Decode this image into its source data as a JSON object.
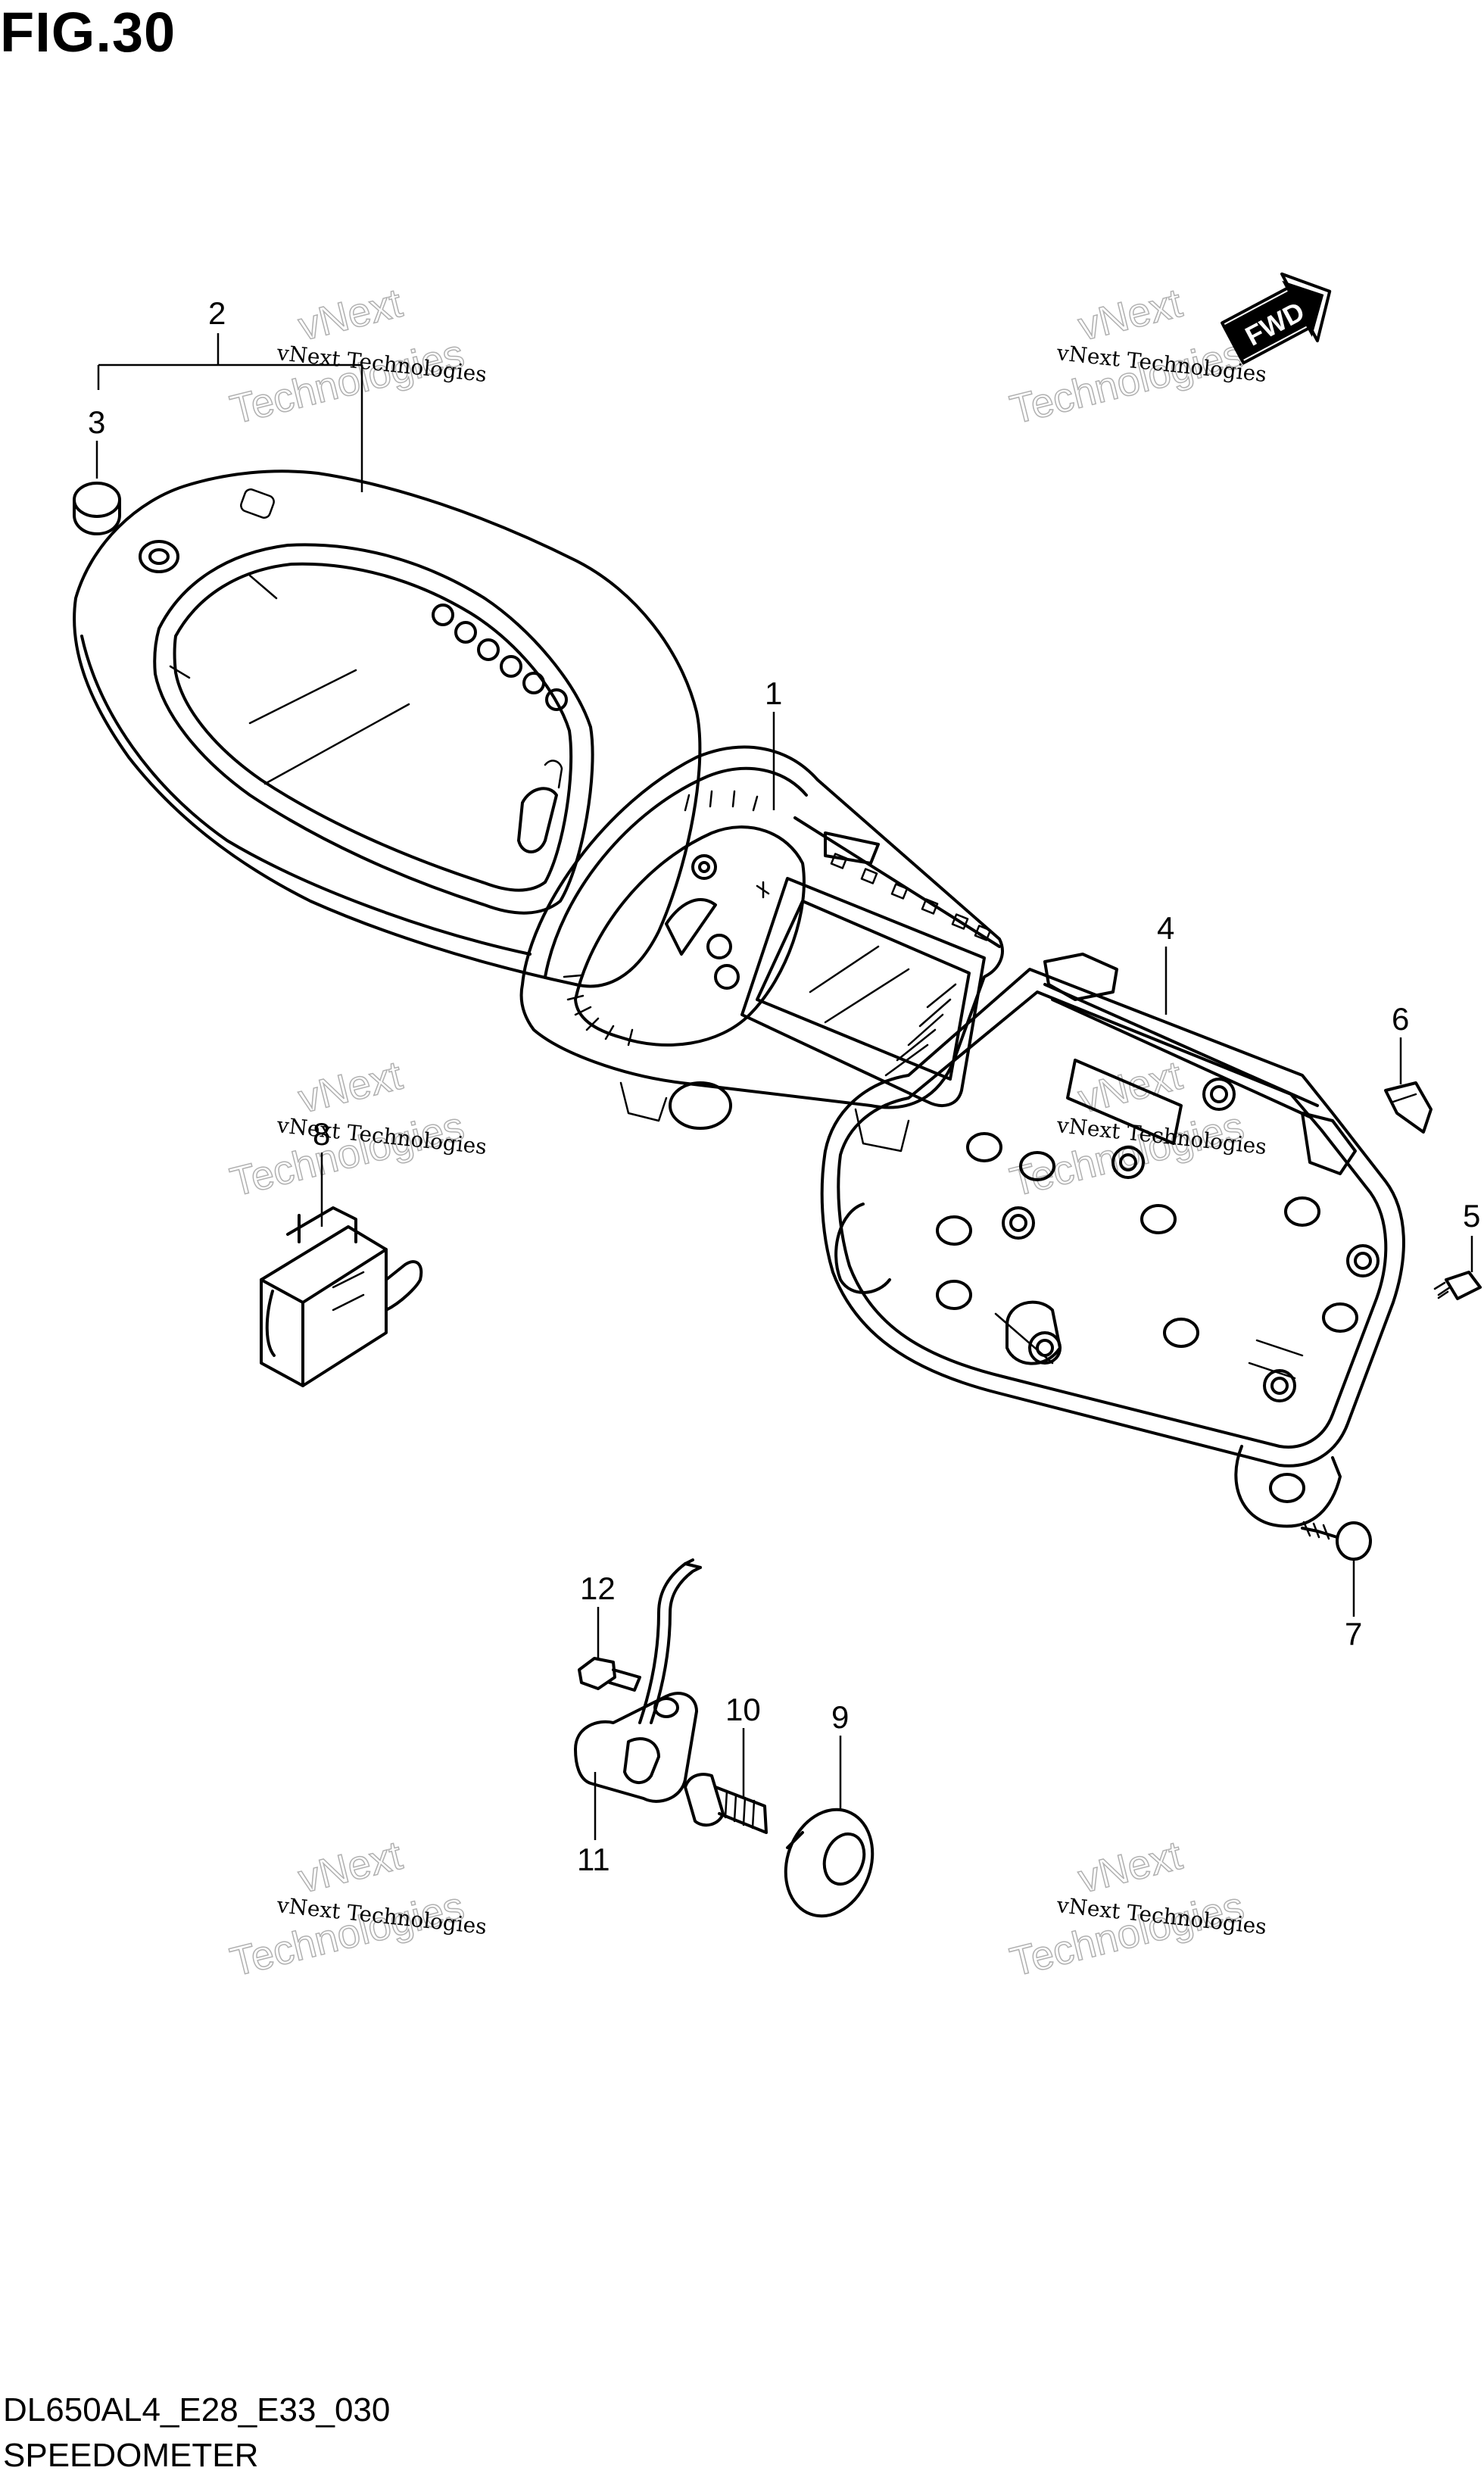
{
  "header": {
    "figure": "FIG.30"
  },
  "footer": {
    "code": "DL650AL4_E28_E33_030",
    "name": "SPEEDOMETER"
  },
  "fwd_label": "FWD",
  "watermark": {
    "line1": "vNext Technologies",
    "line2": "vNext",
    "line3": "Technologies"
  },
  "callouts": {
    "c1": "1",
    "c2": "2",
    "c3": "3",
    "c4": "4",
    "c5": "5",
    "c6": "6",
    "c7": "7",
    "c8": "8",
    "c9": "9",
    "c10": "10",
    "c11": "11",
    "c12": "12"
  }
}
